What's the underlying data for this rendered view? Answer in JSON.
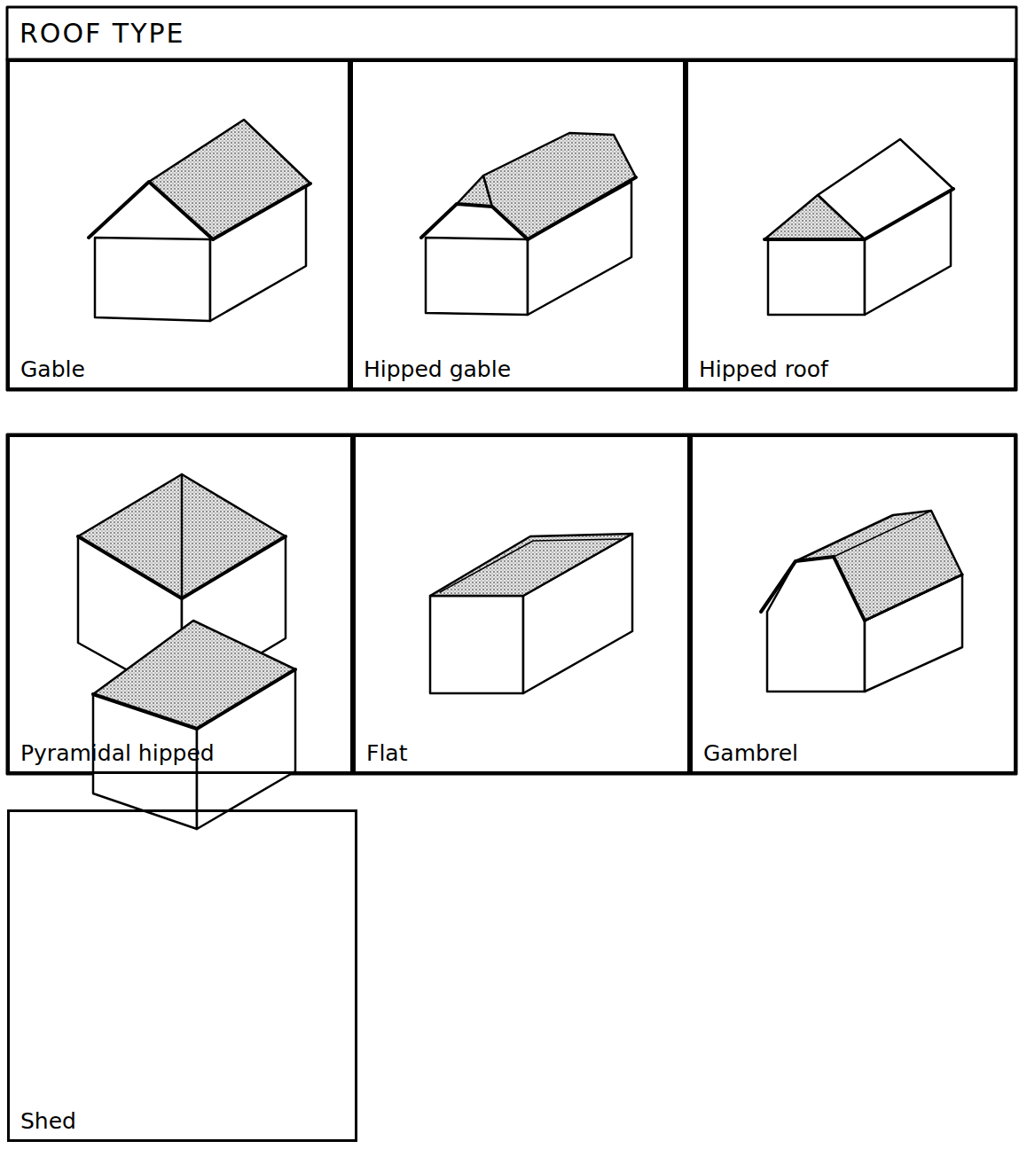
{
  "diagram": {
    "title": "ROOF TYPE",
    "nodes": [
      {
        "text": [
          "Gable"
        ]
      },
      {
        "text": [
          "Hipped gable"
        ]
      },
      {
        "text": [
          "Hipped roof"
        ]
      },
      {
        "text": [
          "Pyramidal hipped"
        ]
      },
      {
        "text": [
          "Flat"
        ]
      },
      {
        "text": [
          "Gambrel"
        ]
      },
      {
        "text": [
          "Shed"
        ]
      }
    ]
  }
}
